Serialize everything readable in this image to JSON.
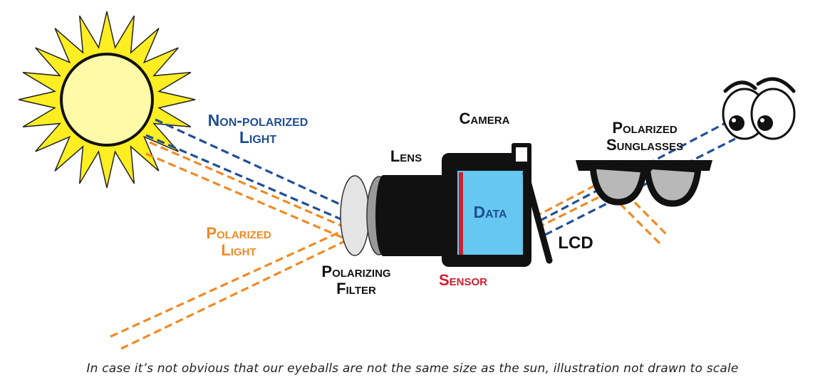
{
  "labels": {
    "non_polarized": [
      "Non-polarized",
      "Light"
    ],
    "polarized_light": [
      "Polarized",
      "Light"
    ],
    "lens": "Lens",
    "camera": "Camera",
    "data": "Data",
    "sensor": "Sensor",
    "lcd": "LCD",
    "filter": [
      "Polarizing",
      "Filter"
    ],
    "sunglasses": [
      "Polarized",
      "Sunglasses"
    ]
  },
  "caption": "In case it’s not obvious that our eyeballs are not the same size as the sun, illustration not drawn to scale",
  "colors": {
    "non_polarized": "#1f4e96",
    "polarized": "#f08a24",
    "sensor": "#cc2030",
    "screen": "#66c8f0",
    "sun": "#ffee22",
    "sun_core": "#fffaa8"
  }
}
